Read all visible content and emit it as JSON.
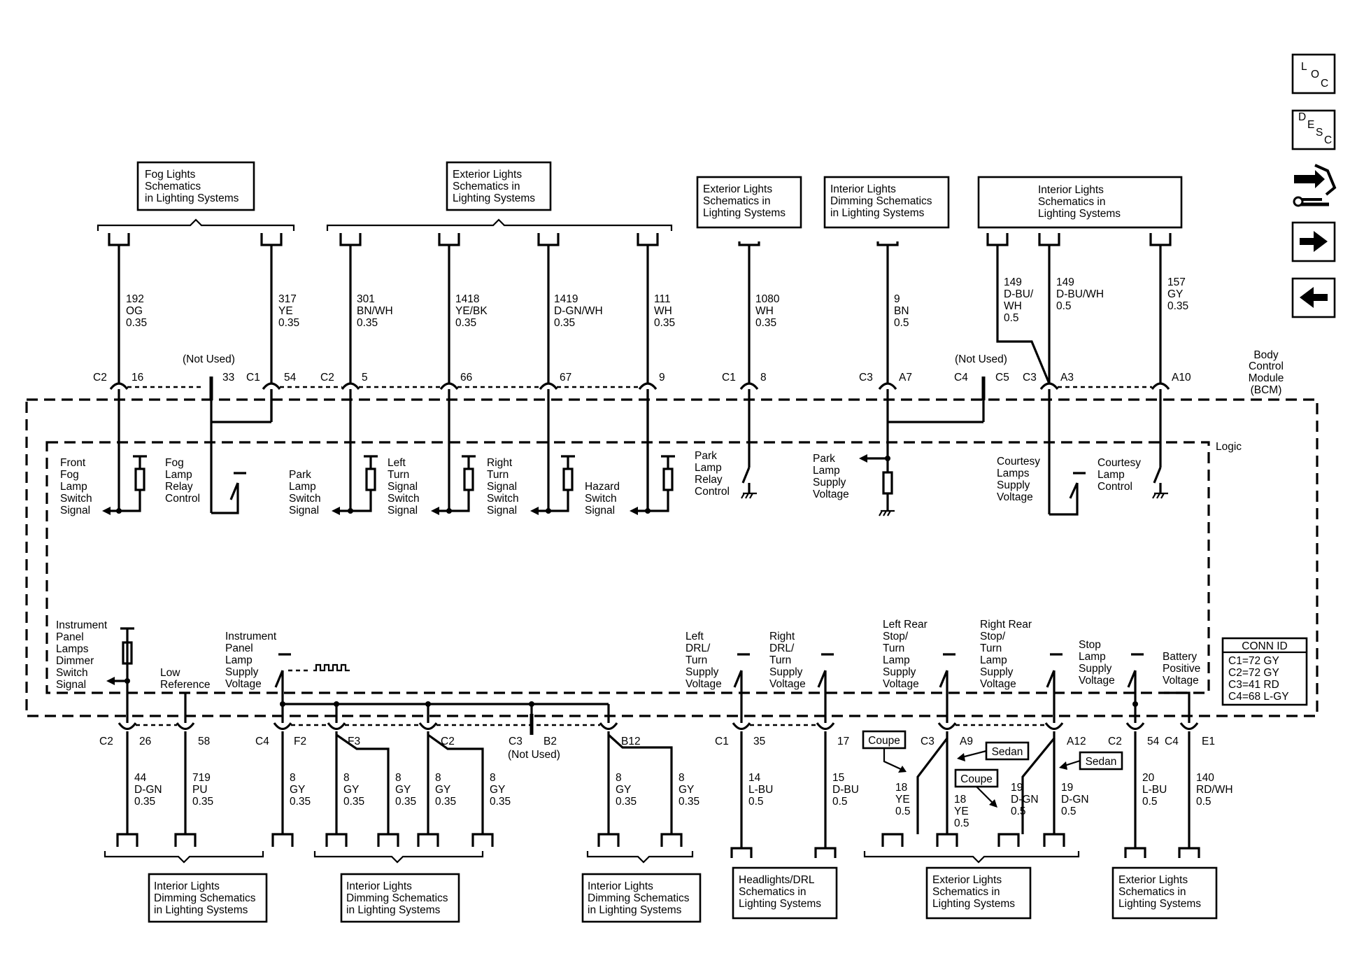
{
  "nav": {
    "loc": [
      "L",
      "O",
      "C"
    ],
    "desc": [
      "D",
      "E",
      "S",
      "C"
    ]
  },
  "module": {
    "name": [
      "Body",
      "Control",
      "Module",
      "(BCM)"
    ],
    "logic": "Logic"
  },
  "conn_id": {
    "title": "CONN ID",
    "lines": [
      "C1=72 GY",
      "C2=72 GY",
      "C3=41 RD",
      "C4=68 L-GY"
    ]
  },
  "top_refs": {
    "fog": [
      "Fog Lights",
      "Schematics",
      "in Lighting Systems"
    ],
    "ext": [
      "Exterior Lights",
      "Schematics in",
      "Lighting Systems"
    ],
    "ext2": [
      "Exterior Lights",
      "Schematics in",
      "Lighting Systems"
    ],
    "dim": [
      "Interior Lights",
      "Dimming Schematics",
      "in Lighting Systems"
    ],
    "int": [
      "Interior Lights",
      "Schematics in",
      "Lighting Systems"
    ]
  },
  "bottom_refs": {
    "dim1": [
      "Interior Lights",
      "Dimming Schematics",
      "in Lighting Systems"
    ],
    "dim2": [
      "Interior Lights",
      "Dimming Schematics",
      "in Lighting Systems"
    ],
    "dim3": [
      "Interior Lights",
      "Dimming Schematics",
      "in Lighting Systems"
    ],
    "drl": [
      "Headlights/DRL",
      "Schematics in",
      "Lighting Systems"
    ],
    "ext1": [
      "Exterior Lights",
      "Schematics in",
      "Lighting Systems"
    ],
    "ext2": [
      "Exterior Lights",
      "Schematics in",
      "Lighting Systems"
    ]
  },
  "top_wires": {
    "w192": [
      "192",
      "OG",
      "0.35"
    ],
    "w317": [
      "317",
      "YE",
      "0.35"
    ],
    "w301": [
      "301",
      "BN/WH",
      "0.35"
    ],
    "w1418": [
      "1418",
      "YE/BK",
      "0.35"
    ],
    "w1419": [
      "1419",
      "D-GN/WH",
      "0.35"
    ],
    "w111": [
      "111",
      "WH",
      "0.35"
    ],
    "w1080": [
      "1080",
      "WH",
      "0.35"
    ],
    "w9": [
      "9",
      "BN",
      "0.5"
    ],
    "w149a": [
      "149",
      "D-BU/",
      "WH",
      "0.5"
    ],
    "w149b": [
      "149",
      "D-BU/WH",
      "0.5"
    ],
    "w157": [
      "157",
      "GY",
      "0.35"
    ]
  },
  "top_pins": {
    "c2": "C2",
    "p16": "16",
    "p33": "33",
    "c1": "C1",
    "p54": "54",
    "not_used": "(Not Used)",
    "c2b": "C2",
    "p5": "5",
    "p66": "66",
    "p67": "67",
    "p9": "9",
    "c1b": "C1",
    "p8": "8",
    "c3": "C3",
    "pa7": "A7",
    "not_used2": "(Not Used)",
    "c4": "C4",
    "c5": "C5",
    "c3b": "C3",
    "pa3": "A3",
    "pa10": "A10"
  },
  "logic_labels": {
    "front_fog": [
      "Front",
      "Fog",
      "Lamp",
      "Switch",
      "Signal"
    ],
    "fog_relay": [
      "Fog",
      "Lamp",
      "Relay",
      "Control"
    ],
    "park_switch": [
      "Park",
      "Lamp",
      "Switch",
      "Signal"
    ],
    "left_turn": [
      "Left",
      "Turn",
      "Signal",
      "Switch",
      "Signal"
    ],
    "right_turn": [
      "Right",
      "Turn",
      "Signal",
      "Switch",
      "Signal"
    ],
    "hazard": [
      "Hazard",
      "Switch",
      "Signal"
    ],
    "park_relay": [
      "Park",
      "Lamp",
      "Relay",
      "Control"
    ],
    "park_supply": [
      "Park",
      "Lamp",
      "Supply",
      "Voltage"
    ],
    "courtesy_supply": [
      "Courtesy",
      "Lamps",
      "Supply",
      "Voltage"
    ],
    "courtesy_control": [
      "Courtesy",
      "Lamp",
      "Control"
    ],
    "ip_dimmer": [
      "Instrument",
      "Panel",
      "Lamps",
      "Dimmer",
      "Switch",
      "Signal"
    ],
    "low_ref": [
      "Low",
      "Reference"
    ],
    "ip_supply": [
      "Instrument",
      "Panel",
      "Lamp",
      "Supply",
      "Voltage"
    ],
    "left_drl": [
      "Left",
      "DRL/",
      "Turn",
      "Supply",
      "Voltage"
    ],
    "right_drl": [
      "Right",
      "DRL/",
      "Turn",
      "Supply",
      "Voltage"
    ],
    "left_rear": [
      "Left Rear",
      "Stop/",
      "Turn",
      "Lamp",
      "Supply",
      "Voltage"
    ],
    "right_rear": [
      "Right Rear",
      "Stop/",
      "Turn",
      "Lamp",
      "Supply",
      "Voltage"
    ],
    "stop_supply": [
      "Stop",
      "Lamp",
      "Supply",
      "Voltage"
    ],
    "battery": [
      "Battery",
      "Positive",
      "Voltage"
    ]
  },
  "bottom_pins": {
    "c2": "C2",
    "p26": "26",
    "p58": "58",
    "c4": "C4",
    "pf2": "F2",
    "pf3": "F3",
    "pc2": "C2",
    "c3": "C3",
    "pb2": "B2",
    "not_used": "(Not Used)",
    "pb12": "B12",
    "c1": "C1",
    "p35": "35",
    "p17": "17",
    "c3b": "C3",
    "pa9": "A9",
    "pa12": "A12",
    "c2b": "C2",
    "p54": "54",
    "c4b": "C4",
    "pe1": "E1"
  },
  "bottom_wires": {
    "w44": [
      "44",
      "D-GN",
      "0.35"
    ],
    "w719": [
      "719",
      "PU",
      "0.35"
    ],
    "w8a": [
      "8",
      "GY",
      "0.35"
    ],
    "w8b": [
      "8",
      "GY",
      "0.35"
    ],
    "w8c": [
      "8",
      "GY",
      "0.35"
    ],
    "w8d": [
      "8",
      "GY",
      "0.35"
    ],
    "w8e": [
      "8",
      "GY",
      "0.35"
    ],
    "w8f": [
      "8",
      "GY",
      "0.35"
    ],
    "w8g": [
      "8",
      "GY",
      "0.35"
    ],
    "w14": [
      "14",
      "L-BU",
      "0.5"
    ],
    "w15": [
      "15",
      "D-BU",
      "0.5"
    ],
    "w18a": [
      "18",
      "YE",
      "0.5"
    ],
    "w18b": [
      "18",
      "YE",
      "0.5"
    ],
    "w19a": [
      "19",
      "D-GN",
      "0.5"
    ],
    "w19b": [
      "19",
      "D-GN",
      "0.5"
    ],
    "w20": [
      "20",
      "L-BU",
      "0.5"
    ],
    "w140": [
      "140",
      "RD/WH",
      "0.5"
    ]
  },
  "variants": {
    "coupe1": "Coupe",
    "sedan1": "Sedan",
    "coupe2": "Coupe",
    "sedan2": "Sedan"
  }
}
